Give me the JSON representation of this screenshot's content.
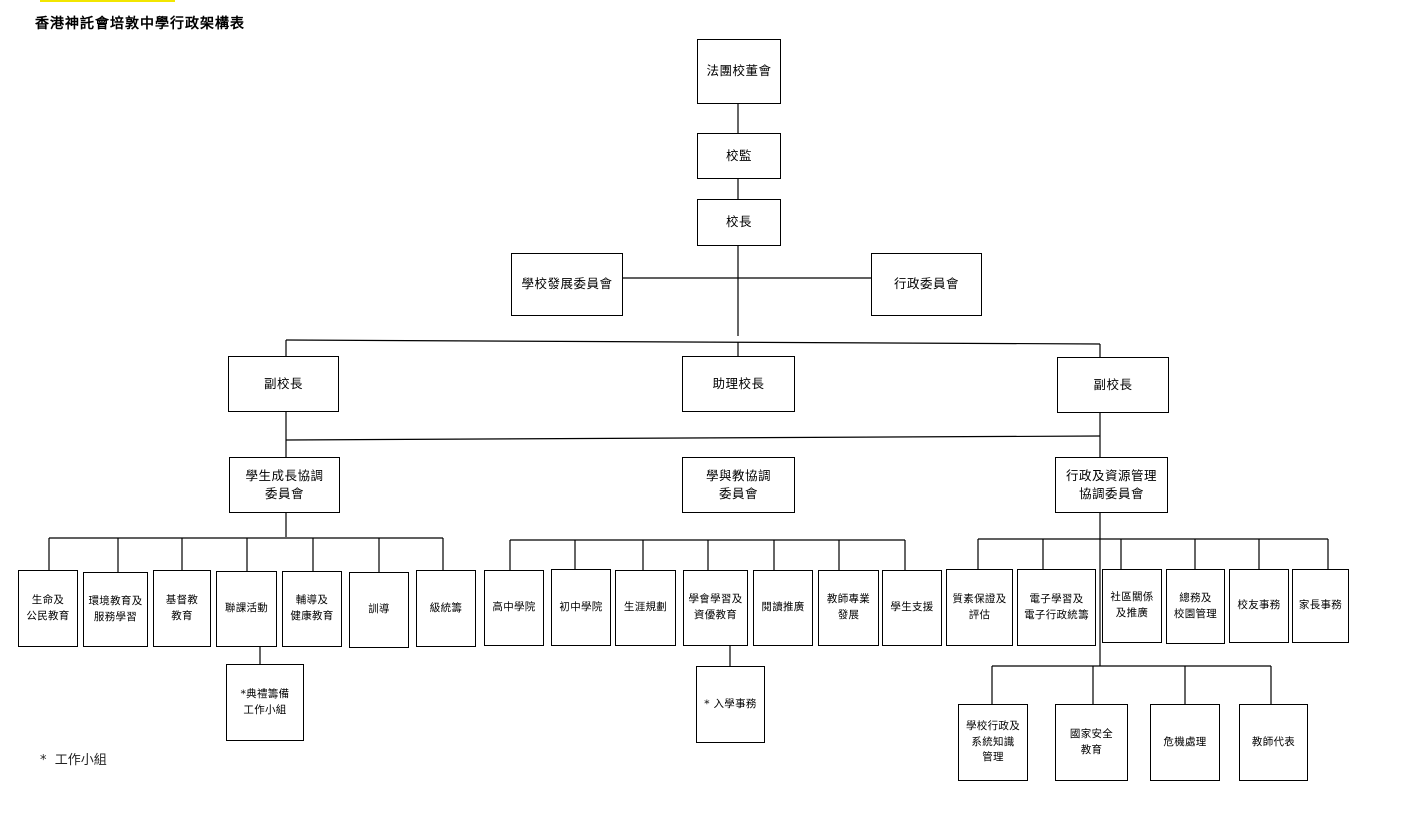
{
  "title": "香港神託會培敦中學行政架構表",
  "footnote": "*  工作小組",
  "colors": {
    "lines": "#000000",
    "box_border": "#000000",
    "accent_bar": "#f2e600"
  },
  "top": {
    "board": "法團校董會",
    "supervisor": "校監",
    "principal": "校長",
    "dev_committee": "學校發展委員會",
    "admin_committee": "行政委員會"
  },
  "vice": {
    "left": "副校長",
    "assistant": "助理校長",
    "right": "副校長"
  },
  "coord": {
    "student": "學生成長協調\n委員會",
    "learning": "學與教協調\n委員會",
    "admin": "行政及資源管理\n協調委員會"
  },
  "student_groups": [
    "生命及\n公民教育",
    "環境教育及\n服務學習",
    "基督教\n教育",
    "聯課活動",
    "輔導及\n健康教育",
    "訓導",
    "級統籌"
  ],
  "student_sub": "*典禮籌備\n工作小組",
  "learning_groups": [
    "高中學院",
    "初中學院",
    "生涯規劃",
    "學會學習及\n資優教育",
    "閱讀推廣",
    "教師專業\n發展",
    "學生支援"
  ],
  "learning_sub": "*  入學事務",
  "admin_groups": [
    "質素保證及\n評估",
    "電子學習及\n電子行政統籌",
    "社區關係\n及推廣",
    "總務及\n校園管理",
    "校友事務",
    "家長事務"
  ],
  "admin_sub_groups": [
    "學校行政及\n系統知識\n管理",
    "國家安全\n教育",
    "危機處理",
    "教師代表"
  ]
}
